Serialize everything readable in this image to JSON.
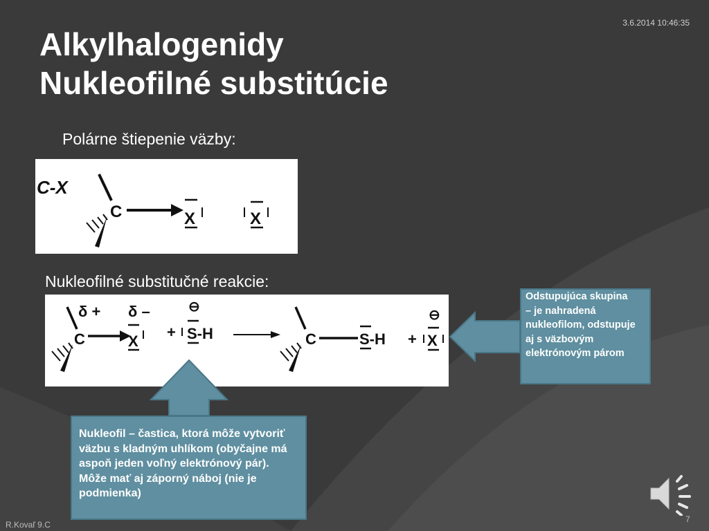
{
  "header": {
    "timestamp": "3.6.2014 10:46:35",
    "title_line1": "Alkylhalogenidy",
    "title_line2": "Nukleofilné substitúcie"
  },
  "section1": {
    "heading": "Polárne štiepenie väzby:",
    "diagram": {
      "label": "C-X",
      "carbon": "C",
      "leaving_atom": "X",
      "anion_atom": "X"
    }
  },
  "section2": {
    "heading": "Nukleofilné substitučné reakcie:",
    "diagram": {
      "delta_plus": "δ +",
      "delta_minus": "δ –",
      "minus_charge": "⊖",
      "carbon": "C",
      "halogen": "X",
      "plus": "+",
      "nucleophile": "S-H",
      "product_carbon": "C",
      "product_group": "S-H",
      "leaving_anion": "X"
    },
    "colors": {
      "delta_plus": "#1a1acc",
      "delta_minus": "#e01818",
      "charge": "#e01818"
    }
  },
  "callouts": {
    "leaving_group": "Odstupujúca skupina\n– je nahradená nukleofilom, odstupuje aj s väzbovým elektrónovým párom",
    "nucleophile": "Nukleofil – častica, ktorá môže vytvoriť väzbu s kladným uhlíkom (obyčajne má aspoň jeden voľný elektrónový pár). Môže mať aj záporný náboj (nie je podmienka)",
    "color": "#5f8fa0"
  },
  "footer": {
    "author": "R.Kovaľ 9.C",
    "page": "7",
    "audio_icon": "speaker-icon"
  }
}
